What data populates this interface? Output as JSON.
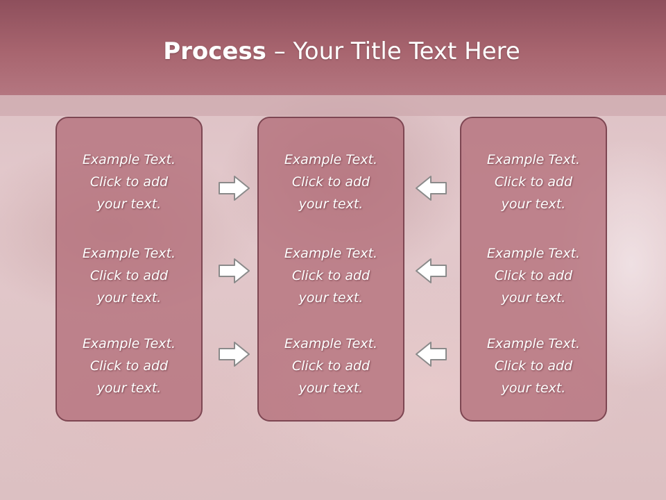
{
  "slide": {
    "title_bold": "Process",
    "title_rest": " – Your Title Text Here"
  },
  "panels": [
    {
      "items": [
        [
          "Example Text.",
          "Click  to add",
          "your text."
        ],
        [
          "Example Text.",
          "Click  to add",
          "your text."
        ],
        [
          "Example Text.",
          "Click  to add",
          "your text."
        ]
      ]
    },
    {
      "items": [
        [
          "Example Text.",
          "Click  to add",
          "your text."
        ],
        [
          "Example Text.",
          "Click  to add",
          "your text."
        ],
        [
          "Example Text.",
          "Click  to add",
          "your text."
        ]
      ]
    },
    {
      "items": [
        [
          "Example Text.",
          "Click  to add",
          "your text."
        ],
        [
          "Example Text.",
          "Click  to add",
          "your text."
        ],
        [
          "Example Text.",
          "Click  to add",
          "your text."
        ]
      ]
    }
  ],
  "arrows": {
    "left_group": "right-arrow-icon",
    "right_group": "left-arrow-icon"
  },
  "colors": {
    "header": "#a8656f",
    "panel_fill": "#b46e7a",
    "panel_border": "#7d4652",
    "arrow_fill": "#ffffff",
    "arrow_stroke": "#8a8a8a",
    "text": "#ffffff"
  }
}
